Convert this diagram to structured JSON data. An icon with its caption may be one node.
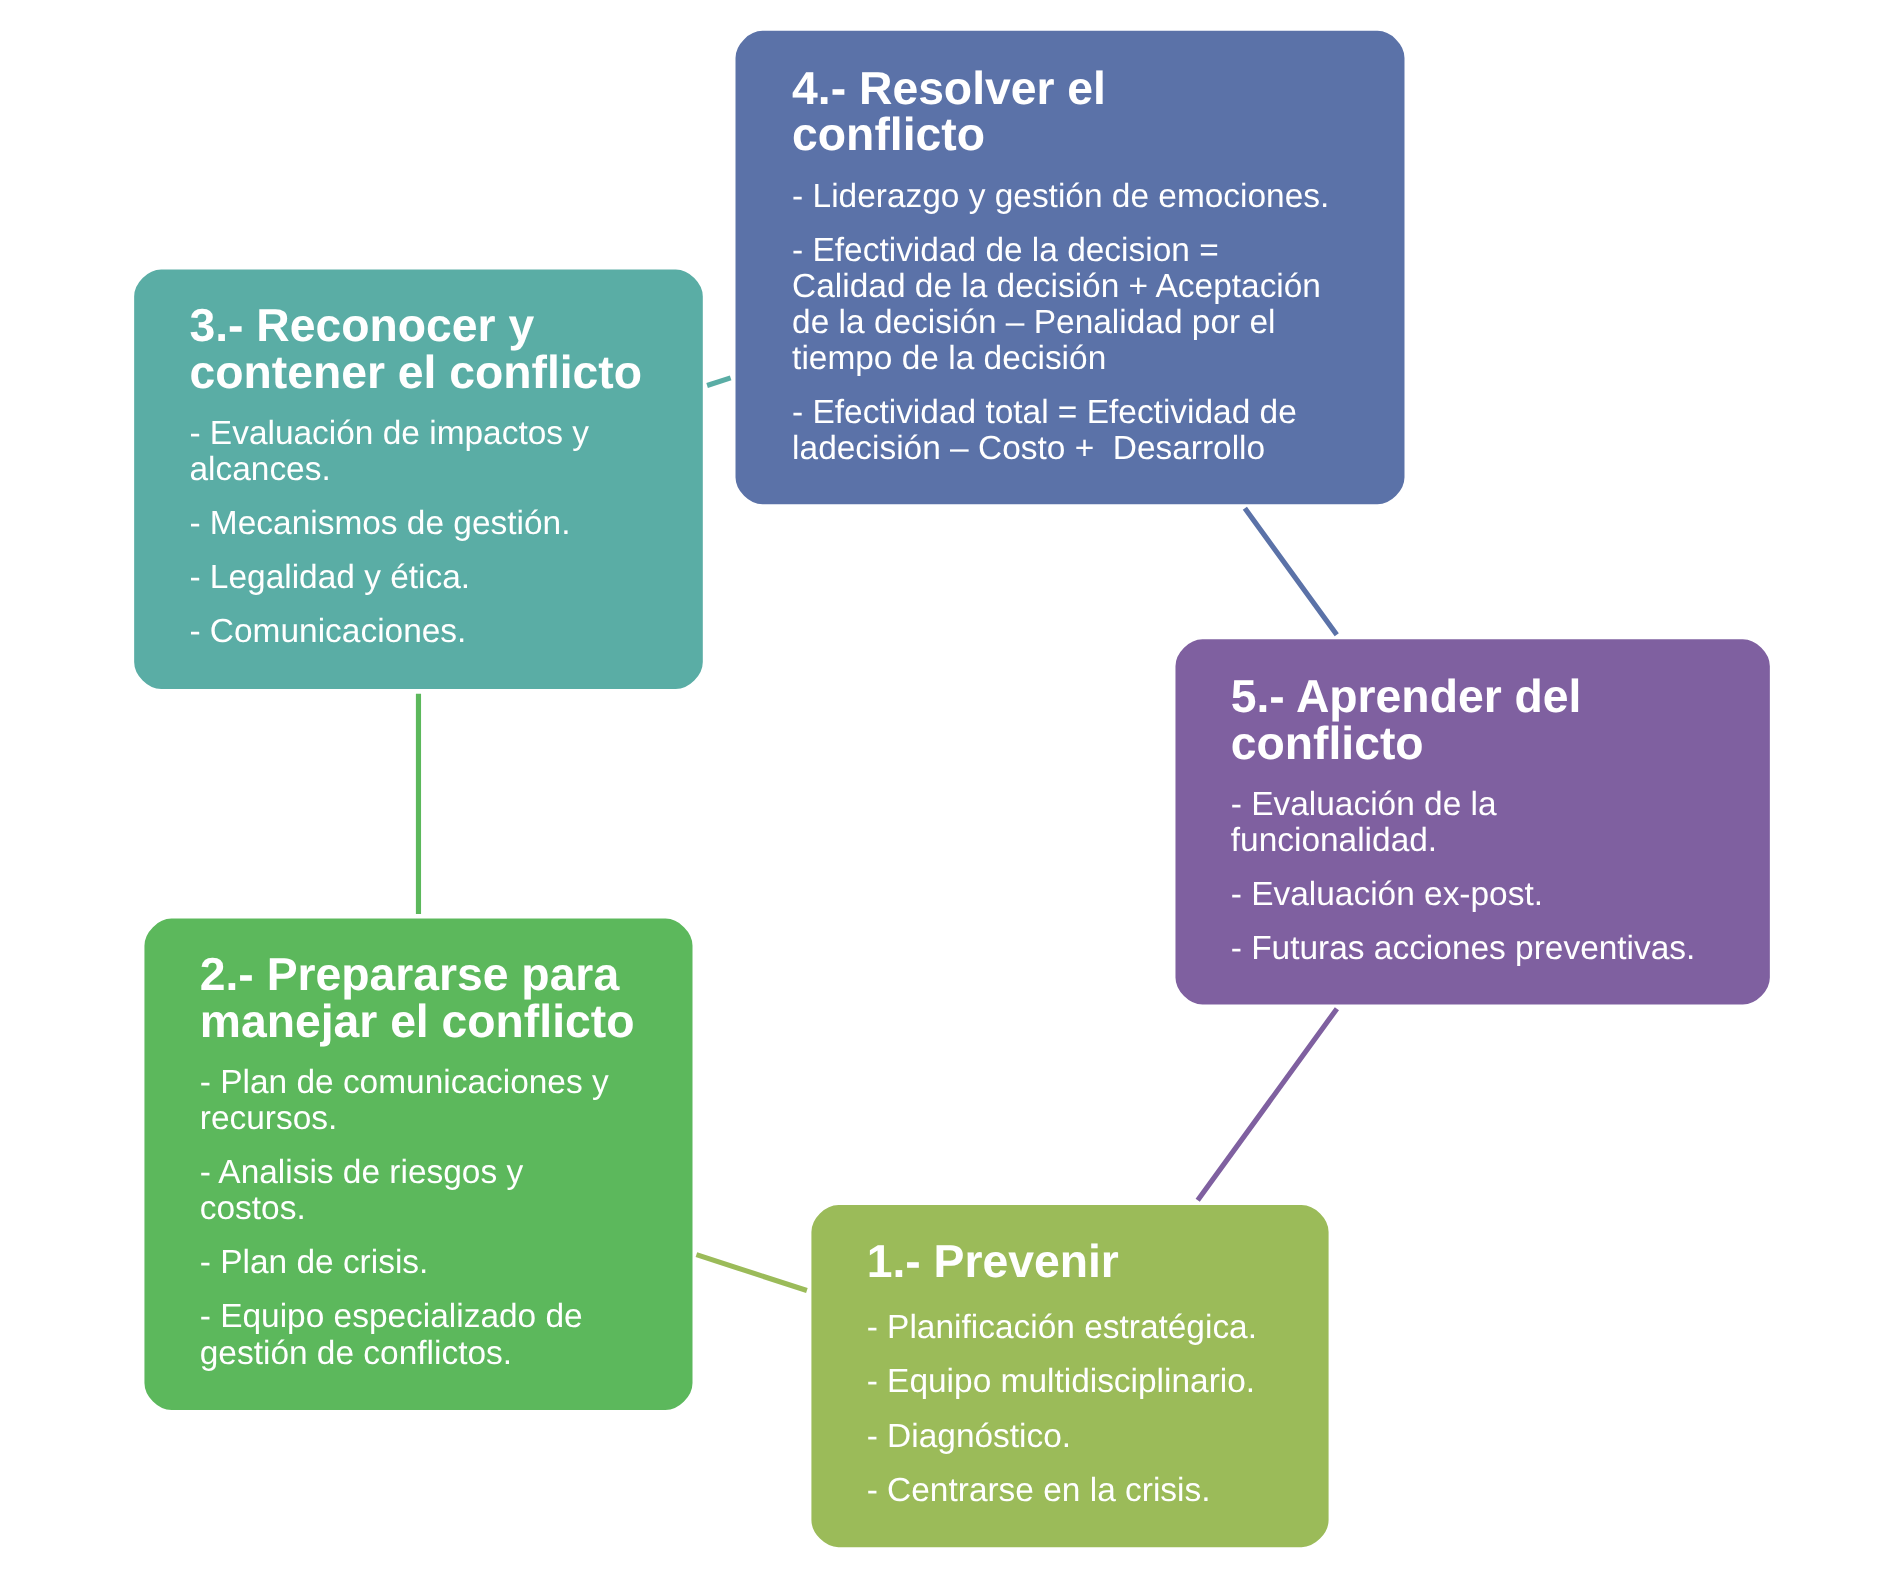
{
  "diagram": {
    "nodes": [
      {
        "text": [
          "1.- Prevenir",
          "- Planificación estratégica.",
          "- Equipo multidisciplinario.",
          "- Diagnóstico.",
          "- Centrarse en la crisis."
        ]
      },
      {
        "text": [
          "2.- Prepararse para manejar el conflicto",
          "- Plan de comunicaciones y recursos.",
          "- Analisis de riesgos y costos.",
          "- Plan de crisis.",
          "- Equipo especializado de gestión de conflictos."
        ]
      },
      {
        "text": [
          "3.- Reconocer y contener el conflicto",
          "- Evaluación de impactos y alcances.",
          "- Mecanismos de gestión.",
          "- Legalidad y ética.",
          "- Comunicaciones."
        ]
      },
      {
        "text": [
          "4.- Resolver el conflicto",
          "- Liderazgo y gestión de emociones.",
          "- Efectividad de la decision = Calidad de la decisión + Aceptación de la decisión – Penalidad por el tiempo de la decisión",
          "- Efectividad total = Efectividad de ladecisión – Costo +  Desarrollo"
        ]
      },
      {
        "text": [
          "5.- Aprender del conflicto",
          "- Evaluación de la funcionalidad.",
          "- Evaluación ex-post.",
          "- Futuras acciones preventivas."
        ]
      }
    ],
    "edges": [
      {
        "from": 0,
        "to": 1,
        "arrow": "none",
        "color": "#9bbb59"
      },
      {
        "from": 1,
        "to": 2,
        "arrow": "none",
        "color": "#5cb85c"
      },
      {
        "from": 2,
        "to": 3,
        "arrow": "none",
        "color": "#5aada5"
      },
      {
        "from": 3,
        "to": 4,
        "arrow": "none",
        "color": "#5b72a8"
      },
      {
        "from": 4,
        "to": 0,
        "arrow": "none",
        "color": "#7f60a0"
      }
    ]
  }
}
